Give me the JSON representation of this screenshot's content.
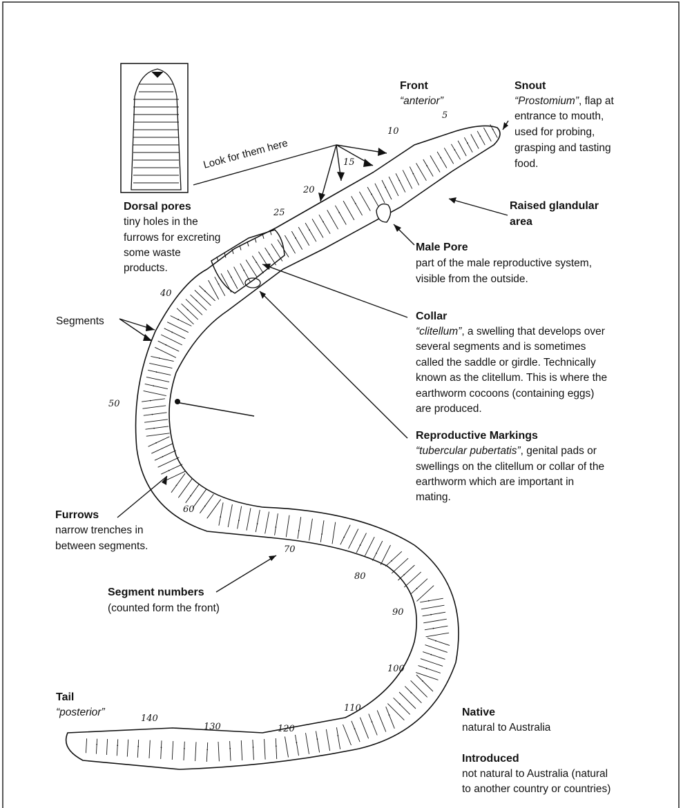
{
  "look_for_them_here": "Look for them here",
  "front": {
    "title": "Front",
    "sub": "“anterior”"
  },
  "snout": {
    "title": "Snout",
    "term": "“Prostomium”",
    "rest": ", flap at",
    "lines": [
      "entrance to mouth,",
      "used for probing,",
      "grasping and tasting",
      "food."
    ]
  },
  "raised": {
    "line1": "Raised glandular",
    "line2": "area"
  },
  "male_pore": {
    "title": "Male Pore",
    "lines": [
      "part of the male reproductive system,",
      "visible from the outside."
    ]
  },
  "dorsal_pores": {
    "title": "Dorsal pores",
    "lines": [
      "tiny holes in the",
      "furrows for excreting",
      "some waste",
      "products."
    ]
  },
  "segments": "Segments",
  "collar": {
    "title": "Collar",
    "term": "“clitellum”",
    "rest": ", a swelling that develops over",
    "lines": [
      "several segments and is sometimes",
      "called the saddle or girdle. Technically",
      "known as the clitellum. This is where the",
      "earthworm cocoons (containing eggs)",
      "are produced."
    ]
  },
  "repro": {
    "title": "Reproductive Markings",
    "term": "“tubercular pubertatis”",
    "rest": ", genital pads or",
    "lines": [
      "swellings on the clitellum or collar of the",
      "earthworm which are important in",
      "mating."
    ]
  },
  "furrows": {
    "title": "Furrows",
    "lines": [
      "narrow trenches in",
      "between segments."
    ]
  },
  "segment_numbers": {
    "title": "Segment numbers",
    "sub": "(counted form the front)"
  },
  "tail": {
    "title": "Tail",
    "sub": "“posterior”"
  },
  "native": {
    "title": "Native",
    "sub": "natural to Australia"
  },
  "introduced": {
    "title": "Introduced",
    "lines": [
      "not natural to Australia (natural",
      "to another country or countries)"
    ]
  },
  "numbers": [
    "5",
    "10",
    "15",
    "20",
    "25",
    "40",
    "50",
    "60",
    "70",
    "80",
    "90",
    "100",
    "110",
    "120",
    "130",
    "140"
  ],
  "colors": {
    "ink": "#111111",
    "paper": "#ffffff"
  }
}
